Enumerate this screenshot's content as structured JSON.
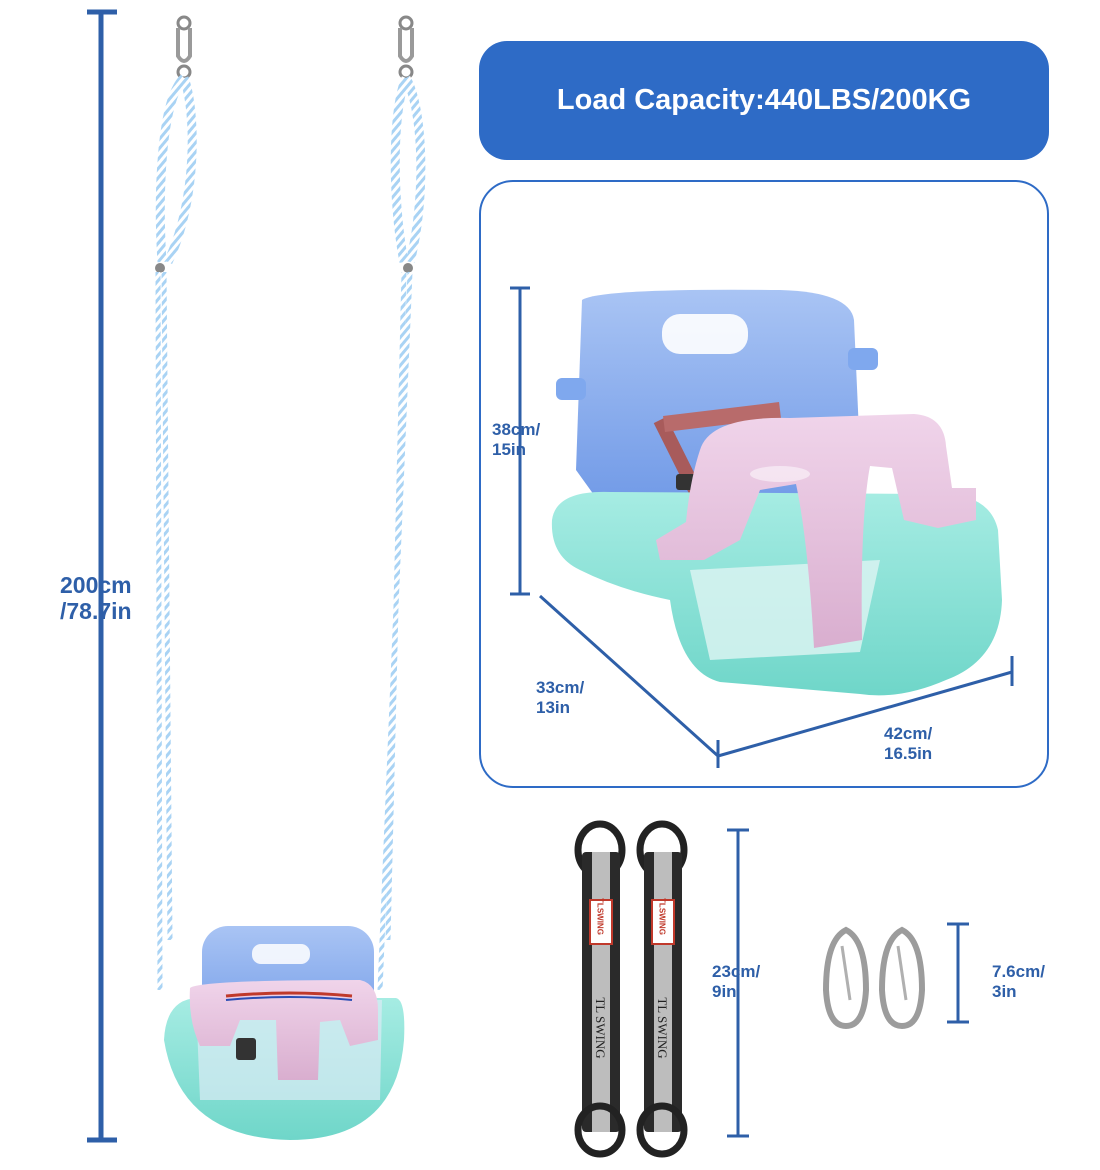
{
  "banner": {
    "text": "Load Capacity:440LBS/200KG"
  },
  "dimensions": {
    "total_length": {
      "line1": "200cm",
      "line2": "/78.7in"
    },
    "seat_height": {
      "line1": "38cm/",
      "line2": "15in"
    },
    "seat_depth": {
      "line1": "33cm/",
      "line2": "13in"
    },
    "seat_width": {
      "line1": "42cm/",
      "line2": "16.5in"
    },
    "strap_length": {
      "line1": "23cm/",
      "line2": "9in"
    },
    "carabiner_length": {
      "line1": "7.6cm/",
      "line2": "3in"
    }
  },
  "strap_brand": "TLSWING",
  "strap_print": "TL SWING",
  "colors": {
    "accent_blue": "#2e6bc6",
    "dimension_text": "#2e5fa8",
    "seat_back_blue": "#7fa8ee",
    "front_bar_pink": "#e8c3df",
    "base_mint": "#8ee3d8",
    "rope_light_blue": "#b9dcf6"
  }
}
